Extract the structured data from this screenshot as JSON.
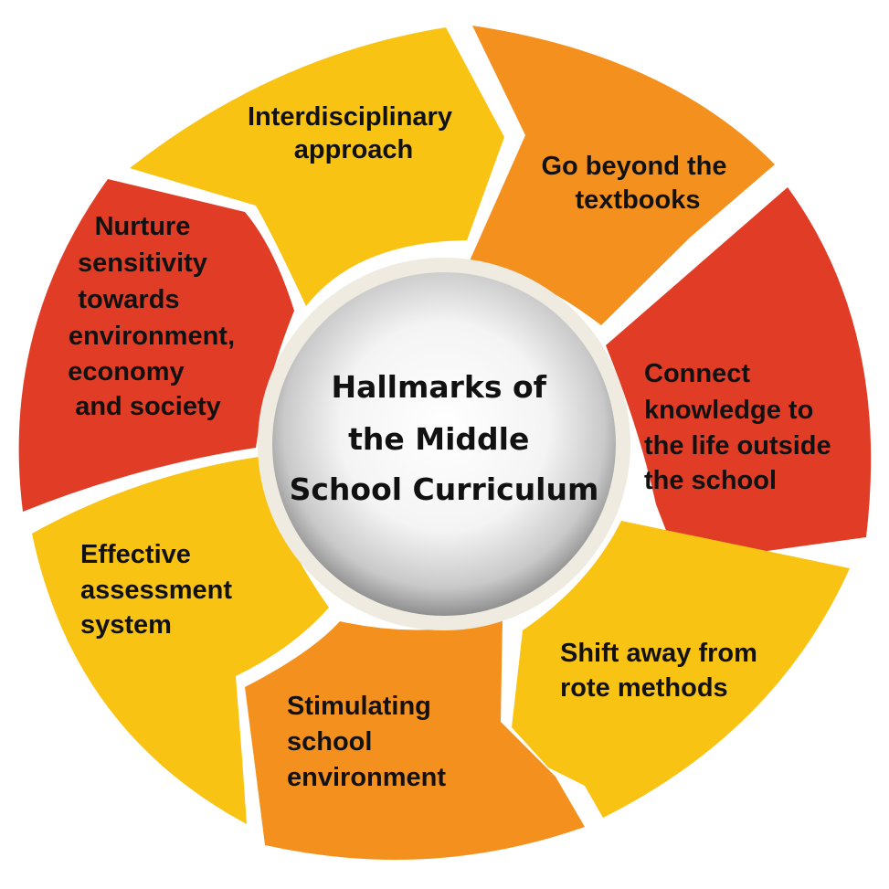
{
  "center": {
    "lines": [
      "Hallmarks of",
      "the Middle",
      "School Curriculum"
    ]
  },
  "segments": [
    {
      "id": "interdisciplinary",
      "color": "#F9C314",
      "lines": [
        "Interdisciplinary",
        "approach"
      ]
    },
    {
      "id": "beyond-textbooks",
      "color": "#F4911E",
      "lines": [
        "Go beyond the",
        "textbooks"
      ]
    },
    {
      "id": "connect-knowledge",
      "color": "#E03C26",
      "lines": [
        "Connect",
        "knowledge to",
        "the life outside",
        "the school"
      ]
    },
    {
      "id": "shift-rote",
      "color": "#F9C314",
      "lines": [
        "Shift away from",
        "rote methods"
      ]
    },
    {
      "id": "stimulating-environment",
      "color": "#F4911E",
      "lines": [
        "Stimulating",
        "school",
        "environment"
      ]
    },
    {
      "id": "effective-assessment",
      "color": "#F9C314",
      "lines": [
        "Effective",
        "assessment",
        "system"
      ]
    },
    {
      "id": "nurture-sensitivity",
      "color": "#E03C26",
      "lines": [
        "Nurture",
        "sensitivity",
        "towards",
        "environment,",
        "economy",
        "and society"
      ]
    }
  ]
}
